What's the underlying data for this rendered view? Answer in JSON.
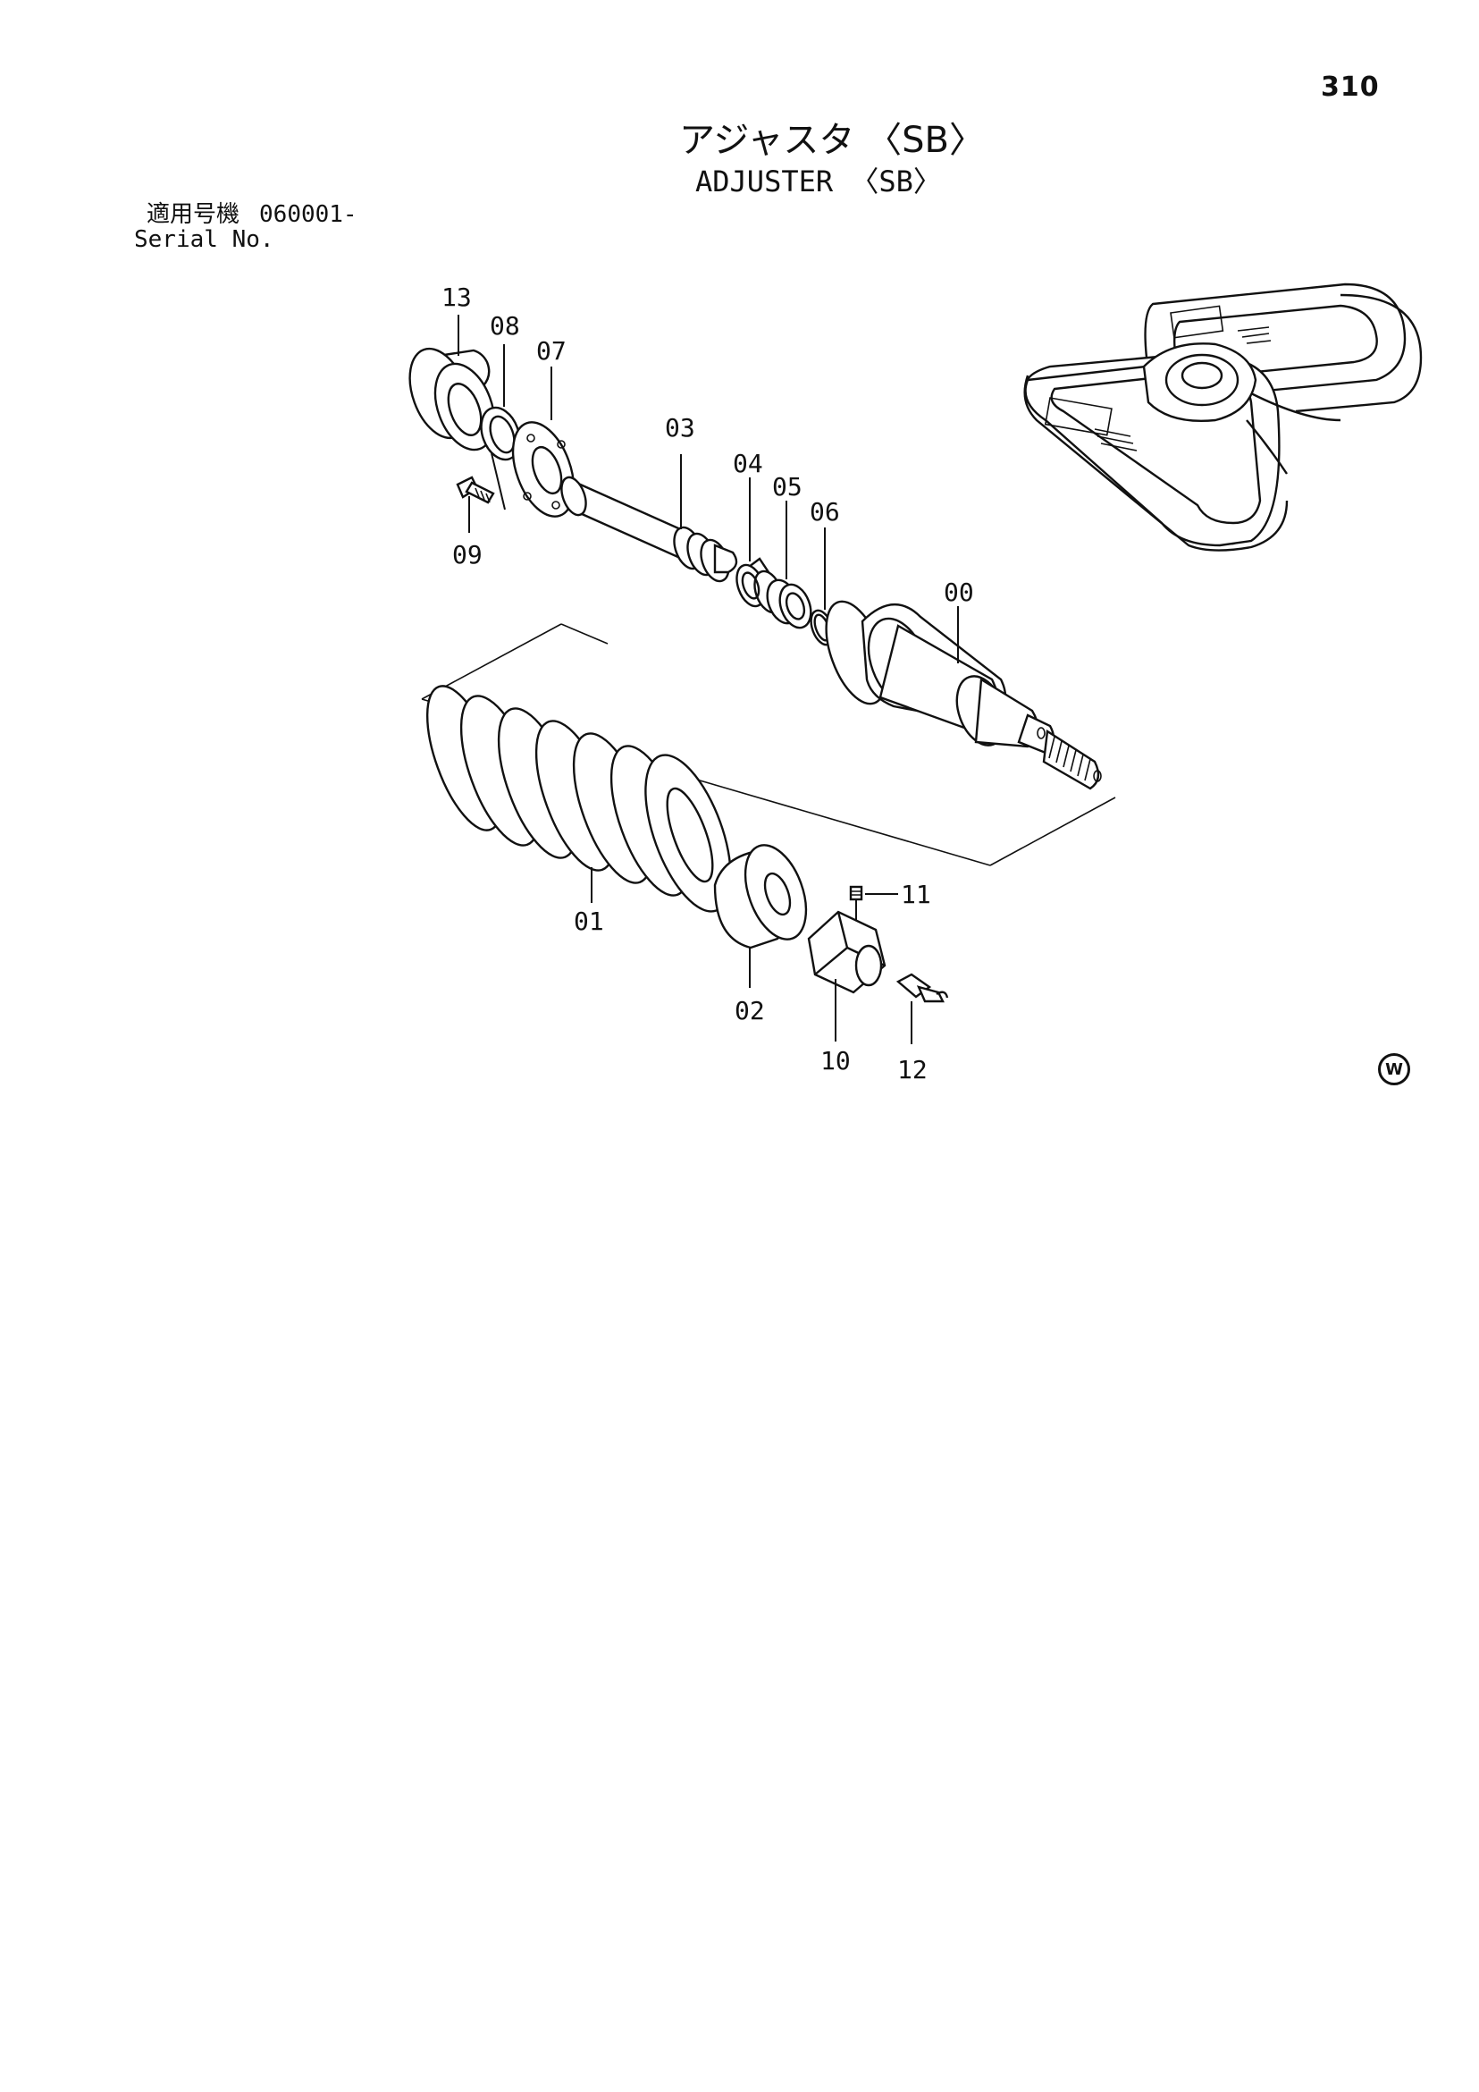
{
  "page": {
    "number": "310",
    "title_jp": "アジャスタ 〈SB〉",
    "title_en": "ADJUSTER 〈SB〉",
    "serial_label_jp": "適用号機",
    "serial_value": "060001-",
    "serial_label_en": "Serial No.",
    "watermark": "W"
  },
  "callouts": {
    "p13": "13",
    "p08": "08",
    "p07": "07",
    "p09": "09",
    "p03": "03",
    "p04": "04",
    "p05": "05",
    "p06": "06",
    "p00": "00",
    "p01": "01",
    "p02": "02",
    "p11": "11",
    "p10": "10",
    "p12": "12"
  },
  "icons": {
    "overview": "track-frame-overview-icon",
    "watermark": "circled-w-mark-icon"
  }
}
